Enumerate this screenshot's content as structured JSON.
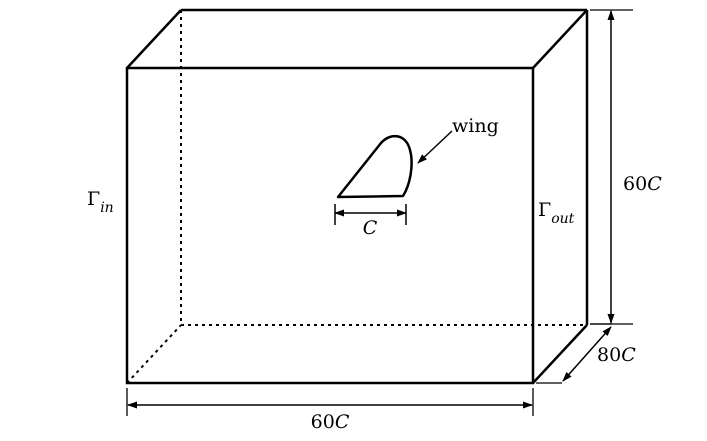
{
  "labels": {
    "wing": "wing",
    "chord": "C",
    "gamma_in": {
      "main": "Γ",
      "sub": "in"
    },
    "gamma_out": {
      "main": "Γ",
      "sub": "out"
    },
    "height": {
      "num": "60",
      "unit": "C"
    },
    "depth": {
      "num": "80",
      "unit": "C"
    },
    "width": {
      "num": "60",
      "unit": "C"
    }
  },
  "colors": {
    "line": "#000000",
    "background": "#ffffff"
  }
}
